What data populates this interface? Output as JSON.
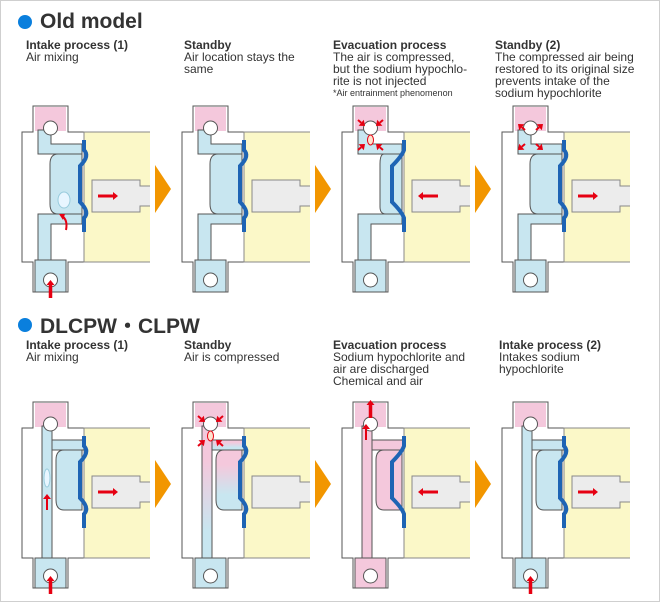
{
  "colors": {
    "accent_dot": "#0a7fdd",
    "chemical_pink": "#f4c8dc",
    "liquid_blue": "#c8e6f0",
    "diaphragm_blue": "#1e64b4",
    "drive_yellow": "#fbf8c8",
    "rod_gray": "#ececec",
    "flow_red": "#e60012",
    "step_arrow_orange": "#f29600"
  },
  "sections": [
    {
      "title": "Old model",
      "steps": [
        {
          "heading": "Intake process (1)",
          "description": "Air mixing",
          "note": "",
          "diagram": "old-intake"
        },
        {
          "heading": "Standby",
          "description": "Air location stays the\nsame",
          "note": "",
          "diagram": "old-standby"
        },
        {
          "heading": "Evacuation process",
          "description": "The air is compressed,\nbut the sodium hypochlo-\nrite is not injected",
          "note": "*Air entrainment phenomenon",
          "diagram": "old-evac"
        },
        {
          "heading": "Standby (2)",
          "description": "The compressed air being\nrestored to its original size\nprevents intake of the\nsodium hypochlorite",
          "note": "",
          "diagram": "old-standby2"
        }
      ]
    },
    {
      "title": "DLCPW・CLPW",
      "steps": [
        {
          "heading": "Intake process (1)",
          "description": "Air mixing",
          "note": "",
          "diagram": "new-intake"
        },
        {
          "heading": "Standby",
          "description": "Air is compressed",
          "note": "",
          "diagram": "new-standby"
        },
        {
          "heading": "Evacuation process",
          "description": "Sodium hypochlorite and\nair are discharged\nChemical and air",
          "note": "",
          "diagram": "new-evac"
        },
        {
          "heading": "Intake process (2)",
          "description": "Intakes sodium\nhypochlorite",
          "note": "",
          "diagram": "new-intake2"
        }
      ]
    }
  ]
}
